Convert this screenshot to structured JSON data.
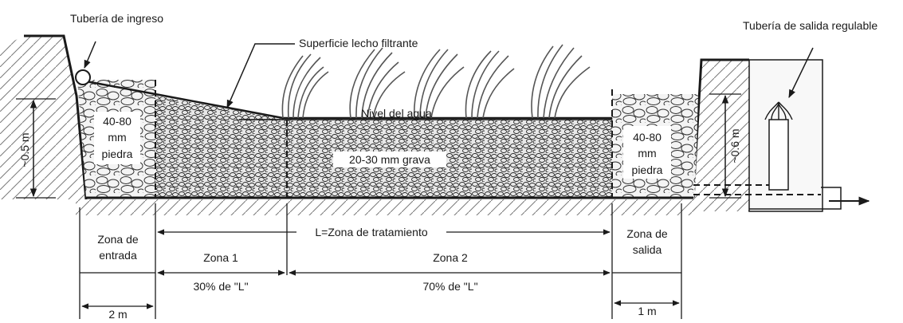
{
  "labels": {
    "inlet_pipe": "Tubería de ingreso",
    "outlet_pipe": "Tubería de salida regulable",
    "filter_surface": "Superficie lecho filtrante",
    "water_level": "Nivel del agua",
    "depth_left": "~0.5 m",
    "depth_right": "~0.6 m",
    "inlet_stone_1": "40-80",
    "inlet_stone_2": "mm",
    "inlet_stone_3": "piedra",
    "outlet_stone_1": "40-80",
    "outlet_stone_2": "mm",
    "outlet_stone_3": "piedra",
    "gravel": "20-30 mm grava",
    "treatment_zone": "L=Zona de tratamiento",
    "inlet_zone_1": "Zona de",
    "inlet_zone_2": "entrada",
    "outlet_zone_1": "Zona de",
    "outlet_zone_2": "salida",
    "zone1": "Zona 1",
    "zone2": "Zona 2",
    "zone1_pct": "30% de \"L\"",
    "zone2_pct": "70% de \"L\"",
    "inlet_width": "2 m",
    "outlet_width": "1 m"
  },
  "colors": {
    "line": "#1a1a1a",
    "stone_fill": "#f4f4f4",
    "gravel_fill": "#e8e8e8",
    "ground_hatch": "#7a7a7a",
    "plant": "#555555"
  }
}
